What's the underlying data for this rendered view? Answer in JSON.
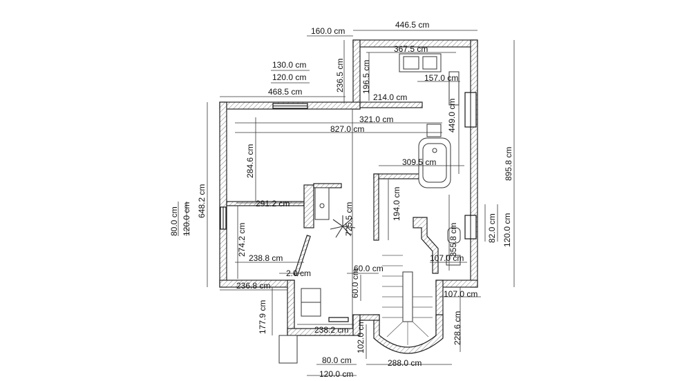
{
  "dimensions": {
    "top_width": "446.5 cm",
    "top_notch": "160.0 cm",
    "d_367_5": "367.5 cm",
    "d_236_5": "236.5 cm",
    "d_196_5": "196.5 cm",
    "d_157_0": "157.0 cm",
    "d_130_0": "130.0 cm",
    "d_120_0_a": "120.0 cm",
    "d_468_5": "468.5 cm",
    "d_214_0": "214.0 cm",
    "d_321_0": "321.0 cm",
    "d_827_0": "827.0 cm",
    "d_449_0": "449.0 cm",
    "d_895_8": "895.8 cm",
    "d_648_2": "648.2 cm",
    "d_284_6": "284.6 cm",
    "d_309_5": "309.5 cm",
    "d_291_2": "291.2 cm",
    "d_194_0": "194.0 cm",
    "d_725_5": "725.5 cm",
    "d_80_0_left": "80.0 cm",
    "d_120_0_left": "120.0 cm",
    "d_274_2": "274.2 cm",
    "d_355_8": "355.8 cm",
    "d_82_0": "82.0 cm",
    "d_120_0_right": "120.0 cm",
    "d_238_8": "238.8 cm",
    "d_107_0_a": "107.0 cm",
    "d_2_0": "2.0 cm",
    "d_60_0_a": "60.0 cm",
    "d_236_8": "236.8 cm",
    "d_60_0_b": "60.0 cm",
    "d_107_0_b": "107.0 cm",
    "d_177_9": "177.9 cm",
    "d_238_2": "238.2 cm",
    "d_228_6": "228.6 cm",
    "d_102_0": "102.0 cm",
    "d_80_0_bottom": "80.0 cm",
    "d_288_0": "288.0 cm",
    "d_120_0_bottom": "120.0 cm"
  },
  "icons": {
    "plant": "potted-plant-icon",
    "bathtub": "bathtub-icon",
    "stair": "spiral-staircase-icon"
  }
}
